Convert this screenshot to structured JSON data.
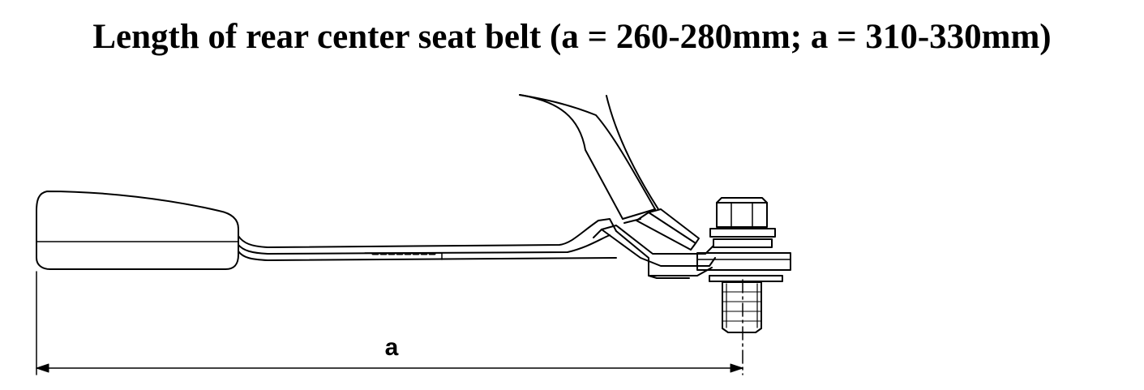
{
  "title": "Length of rear center seat belt (a = 260-280mm; a = 310-330mm)",
  "dimension": {
    "label": "a"
  },
  "colors": {
    "line": "#000000",
    "background": "#ffffff"
  },
  "parts": [
    "buckle-housing",
    "webbing-strap",
    "mounting-bracket",
    "anchor-bolt",
    "washer",
    "seat-cushion-trim"
  ]
}
